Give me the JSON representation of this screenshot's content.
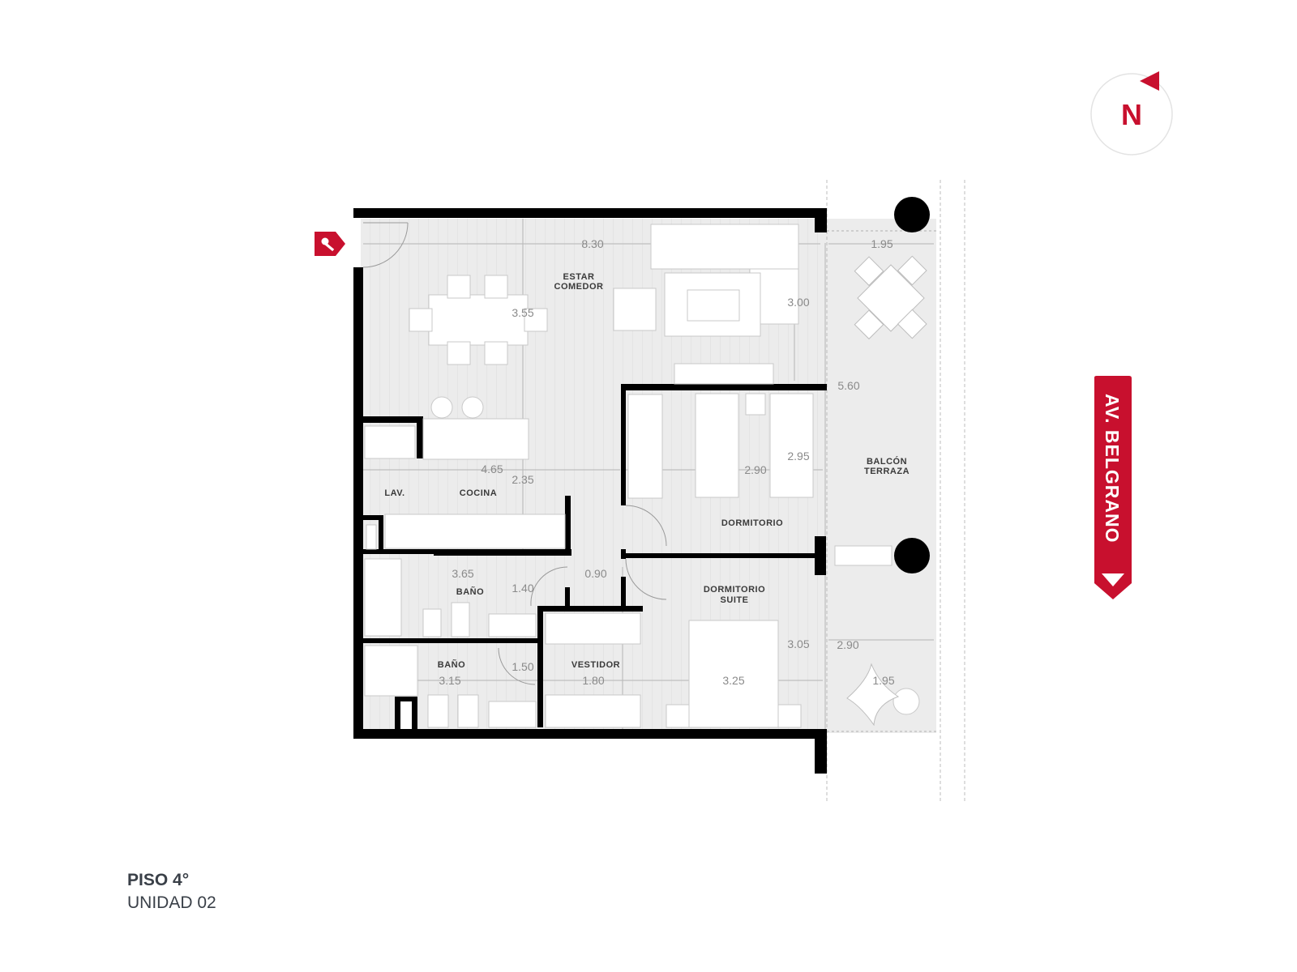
{
  "compass": {
    "letter": "N",
    "icon": "north-compass-icon",
    "accent": "#c8102e"
  },
  "entrance": {
    "icon": "key-icon",
    "color": "#c8102e"
  },
  "street": {
    "label": "AV. BELGRANO",
    "color": "#c8102e"
  },
  "rooms": {
    "estar": "ESTAR",
    "comedor": "COMEDOR",
    "lav": "LAV.",
    "cocina": "COCINA",
    "bano1": "BAÑO",
    "bano2": "BAÑO",
    "vestidor": "VESTIDOR",
    "dormitorio": "DORMITORIO",
    "suite1": "DORMITORIO",
    "suite2": "SUITE",
    "balcon": "BALCÓN",
    "terraza": "TERRAZA"
  },
  "dimensions": {
    "d830": "8.30",
    "d195a": "1.95",
    "d355": "3.55",
    "d300": "3.00",
    "d560": "5.60",
    "d295": "2.95",
    "d290a": "2.90",
    "d465": "4.65",
    "d235": "2.35",
    "d365": "3.65",
    "d140": "1.40",
    "d090": "0.90",
    "d305": "3.05",
    "d290b": "2.90",
    "d150": "1.50",
    "d315": "3.15",
    "d180": "1.80",
    "d325": "3.25",
    "d195b": "1.95"
  },
  "footer": {
    "floor": "PISO 4°",
    "unit": "UNIDAD 02"
  }
}
